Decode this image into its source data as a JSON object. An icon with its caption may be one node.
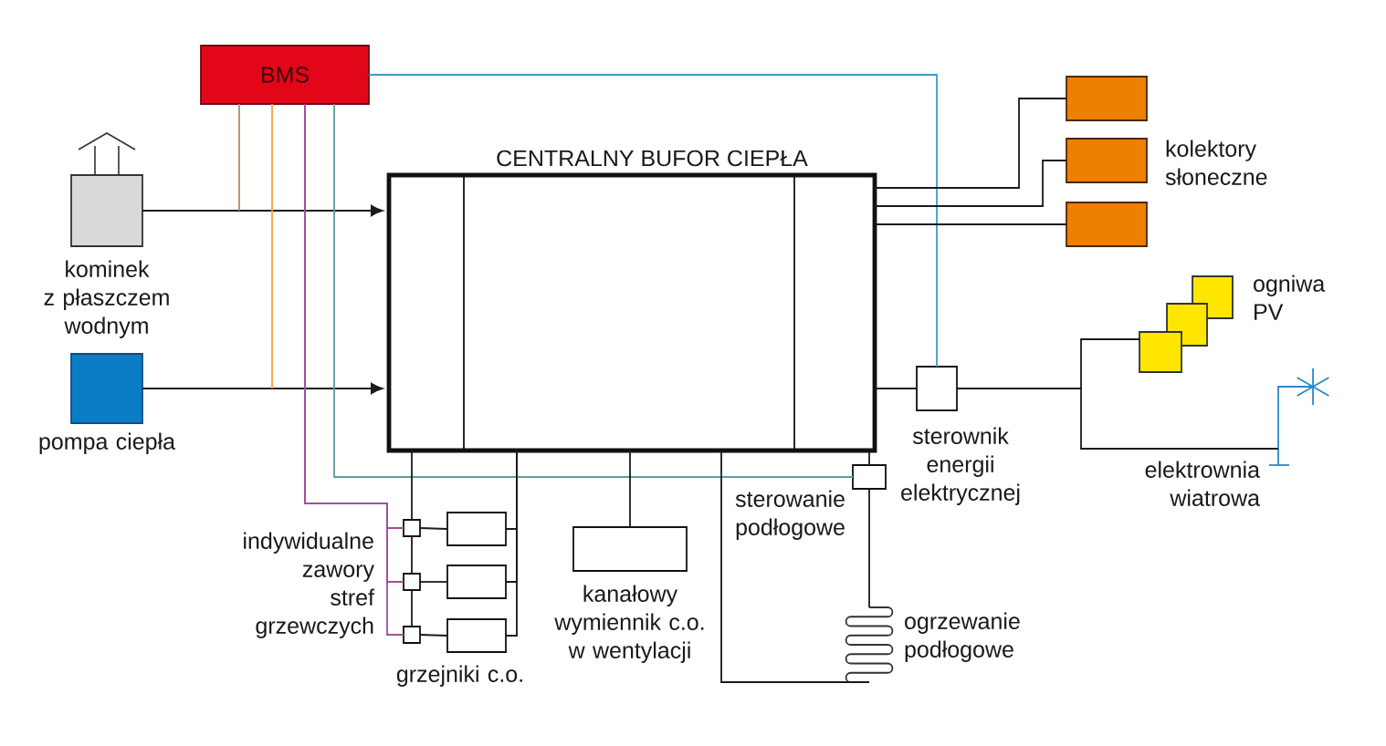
{
  "diagram": {
    "nodes": [
      {
        "text": [
          "BMS"
        ]
      },
      {
        "text": [],
        "shape": "box",
        "beside": [
          "kominek z płaszczem wodnym"
        ]
      },
      {
        "text": [],
        "shape": "box",
        "beside": [
          "pompa ciepła"
        ]
      },
      {
        "text": [
          "CENTRALNY BUFOR CIEPŁA"
        ]
      },
      {
        "text": [],
        "shape": "box"
      },
      {
        "text": [],
        "shape": "box"
      },
      {
        "text": [],
        "shape": "box"
      },
      {
        "text": [],
        "shape": "box"
      },
      {
        "text": [],
        "shape": "box"
      },
      {
        "text": [],
        "shape": "box"
      },
      {
        "text": [],
        "shape": "box",
        "beside": [
          "sterownik energii elektrycznej"
        ]
      },
      {
        "text": [],
        "shape": "picture",
        "beside": [
          "elektrownia wiatrowa"
        ]
      },
      {
        "text": [],
        "shape": "box",
        "beside": [
          "sterowanie podłogowe"
        ]
      },
      {
        "text": [],
        "shape": "coil",
        "beside": [
          "ogrzewanie podłogowe"
        ]
      },
      {
        "text": [],
        "shape": "box"
      },
      {
        "text": [],
        "shape": "box"
      },
      {
        "text": [],
        "shape": "box"
      },
      {
        "text": [],
        "shape": "box"
      },
      {
        "text": [],
        "shape": "box"
      },
      {
        "text": [],
        "shape": "box"
      },
      {
        "text": [],
        "shape": "box",
        "beside": [
          "kanałowy wymiennik c.o. w wentylacji"
        ]
      }
    ],
    "edges": [
      {
        "from": 1,
        "to": 3,
        "arrow": "to"
      },
      {
        "from": 2,
        "to": 3,
        "arrow": "to"
      },
      {
        "from": 0,
        "to": null,
        "arrow": "none",
        "color": "#b38b5d"
      },
      {
        "from": 0,
        "to": null,
        "arrow": "none",
        "color": "#f0a43a"
      },
      {
        "from": 0,
        "to": 14,
        "arrow": "none",
        "color": "#a0509a"
      },
      {
        "from": 0,
        "to": 15,
        "arrow": "none",
        "color": "#a0509a"
      },
      {
        "from": 0,
        "to": 16,
        "arrow": "none",
        "color": "#a0509a"
      },
      {
        "from": 0,
        "to": 12,
        "arrow": "none",
        "color": "#5b9ea0"
      },
      {
        "from": 0,
        "to": 10,
        "arrow": "none",
        "color": "#3a9cc8"
      },
      {
        "from": 3,
        "to": 4,
        "arrow": "none"
      },
      {
        "from": 3,
        "to": 5,
        "arrow": "none"
      },
      {
        "from": 3,
        "to": 6,
        "arrow": "none"
      },
      {
        "from": 3,
        "to": 10,
        "arrow": "none"
      },
      {
        "from": 10,
        "to": 7,
        "arrow": "none"
      },
      {
        "from": 10,
        "to": 11,
        "arrow": "none"
      },
      {
        "from": 3,
        "to": 14,
        "arrow": "none"
      },
      {
        "from": 14,
        "to": 15,
        "arrow": "none"
      },
      {
        "from": 15,
        "to": 16,
        "arrow": "none"
      },
      {
        "from": 14,
        "to": 17,
        "arrow": "none"
      },
      {
        "from": 15,
        "to": 18,
        "arrow": "none"
      },
      {
        "from": 16,
        "to": 19,
        "arrow": "none"
      },
      {
        "from": 17,
        "to": 3,
        "arrow": "none"
      },
      {
        "from": 18,
        "to": 3,
        "arrow": "none"
      },
      {
        "from": 19,
        "to": 3,
        "arrow": "none"
      },
      {
        "from": 3,
        "to": 20,
        "arrow": "none"
      },
      {
        "from": 3,
        "to": 12,
        "arrow": "none"
      },
      {
        "from": 12,
        "to": 13,
        "arrow": "none"
      },
      {
        "from": 13,
        "to": 3,
        "arrow": "none"
      }
    ],
    "labels": [
      "kolektory słoneczne",
      "ogniwa PV",
      "indywidualne zawory stref grzewczych",
      "grzejniki c.o."
    ]
  }
}
